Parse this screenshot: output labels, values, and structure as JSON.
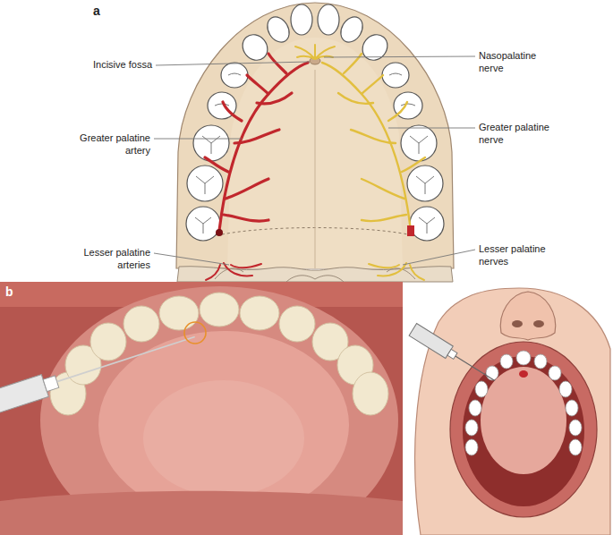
{
  "diagram": {
    "labels": [
      "a",
      "Incisive fossa",
      "Nasopalatine nerve",
      "Greater palatine artery",
      "Greater palatine nerve",
      "Lesser palatine arteries",
      "Lesser palatine nerves",
      "b"
    ]
  }
}
